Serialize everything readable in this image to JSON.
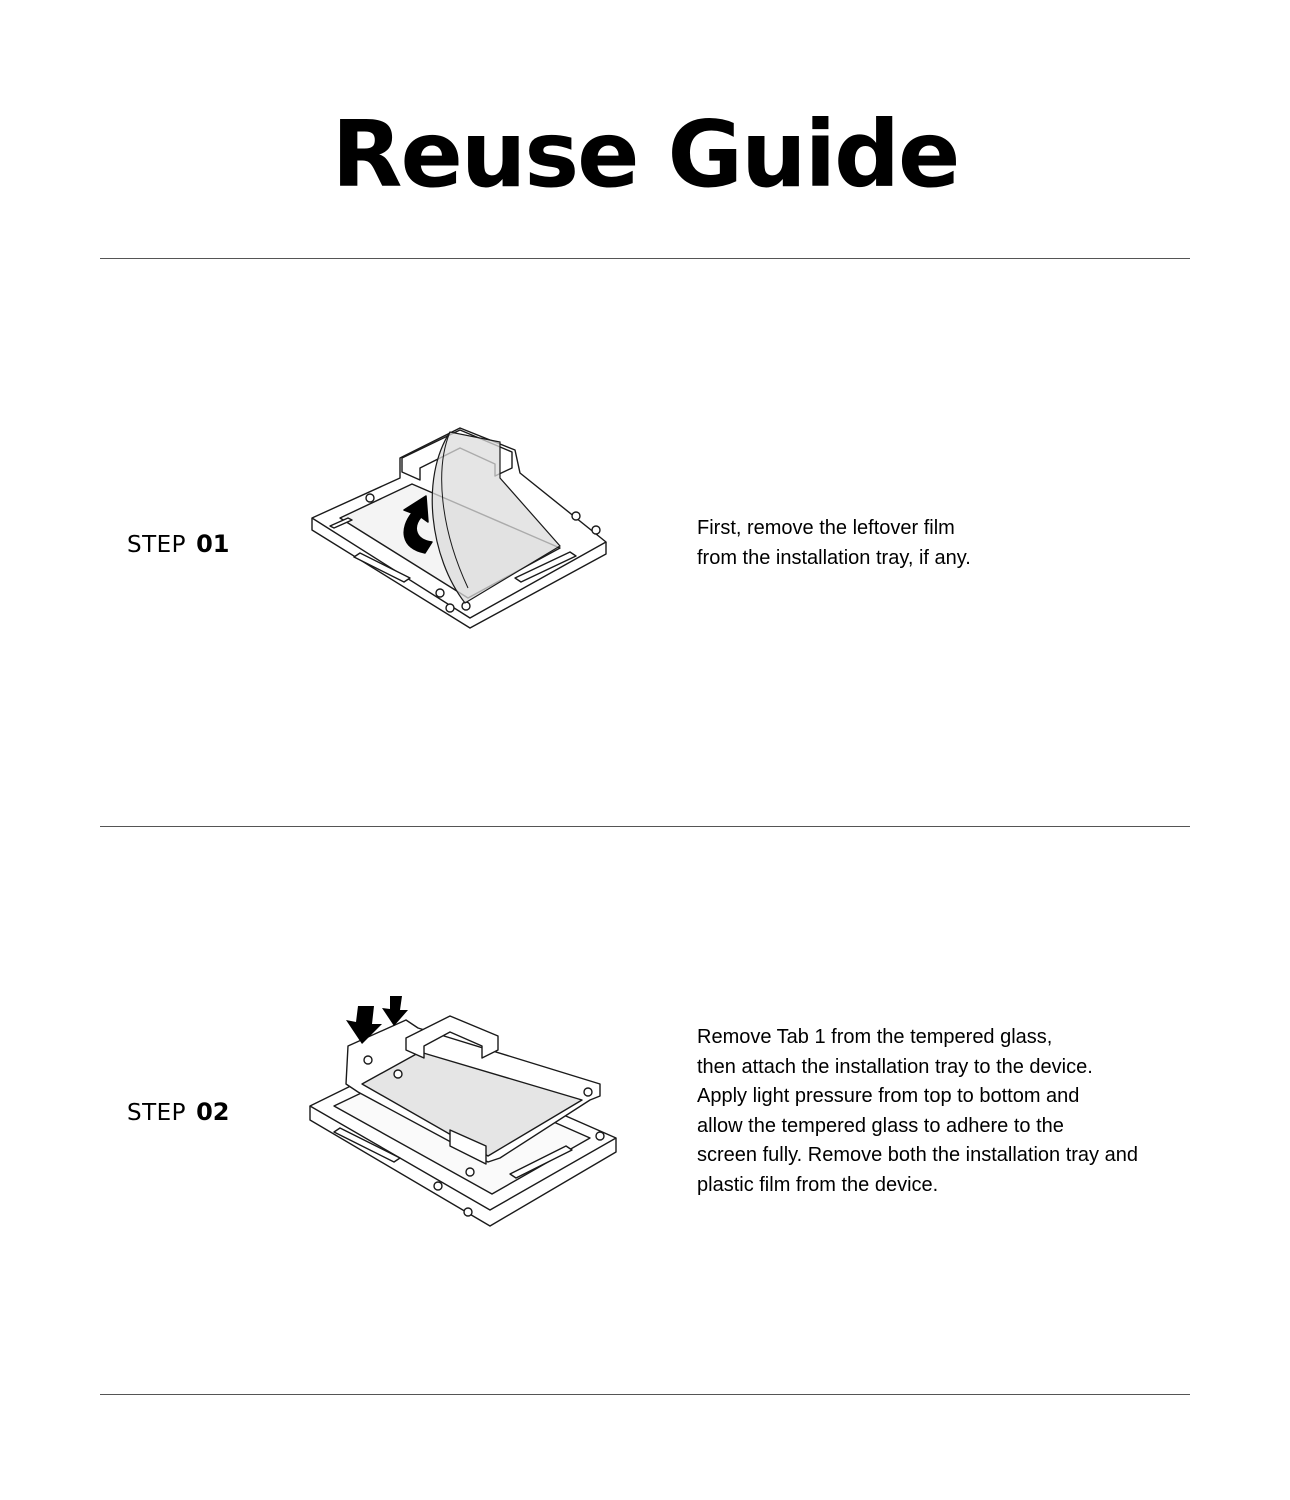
{
  "title": "Reuse Guide",
  "steps": [
    {
      "word": "STEP",
      "number": "01",
      "lines": [
        "First, remove the leftover film",
        "from the installation tray, if any."
      ]
    },
    {
      "word": "STEP",
      "number": "02",
      "lines": [
        "Remove Tab 1 from the tempered glass,",
        "then attach the installation tray to the device.",
        "Apply light pressure from top to bottom and",
        "allow the tempered glass to adhere to the",
        "screen fully. Remove both the installation tray and",
        "plastic film from the device."
      ]
    }
  ]
}
